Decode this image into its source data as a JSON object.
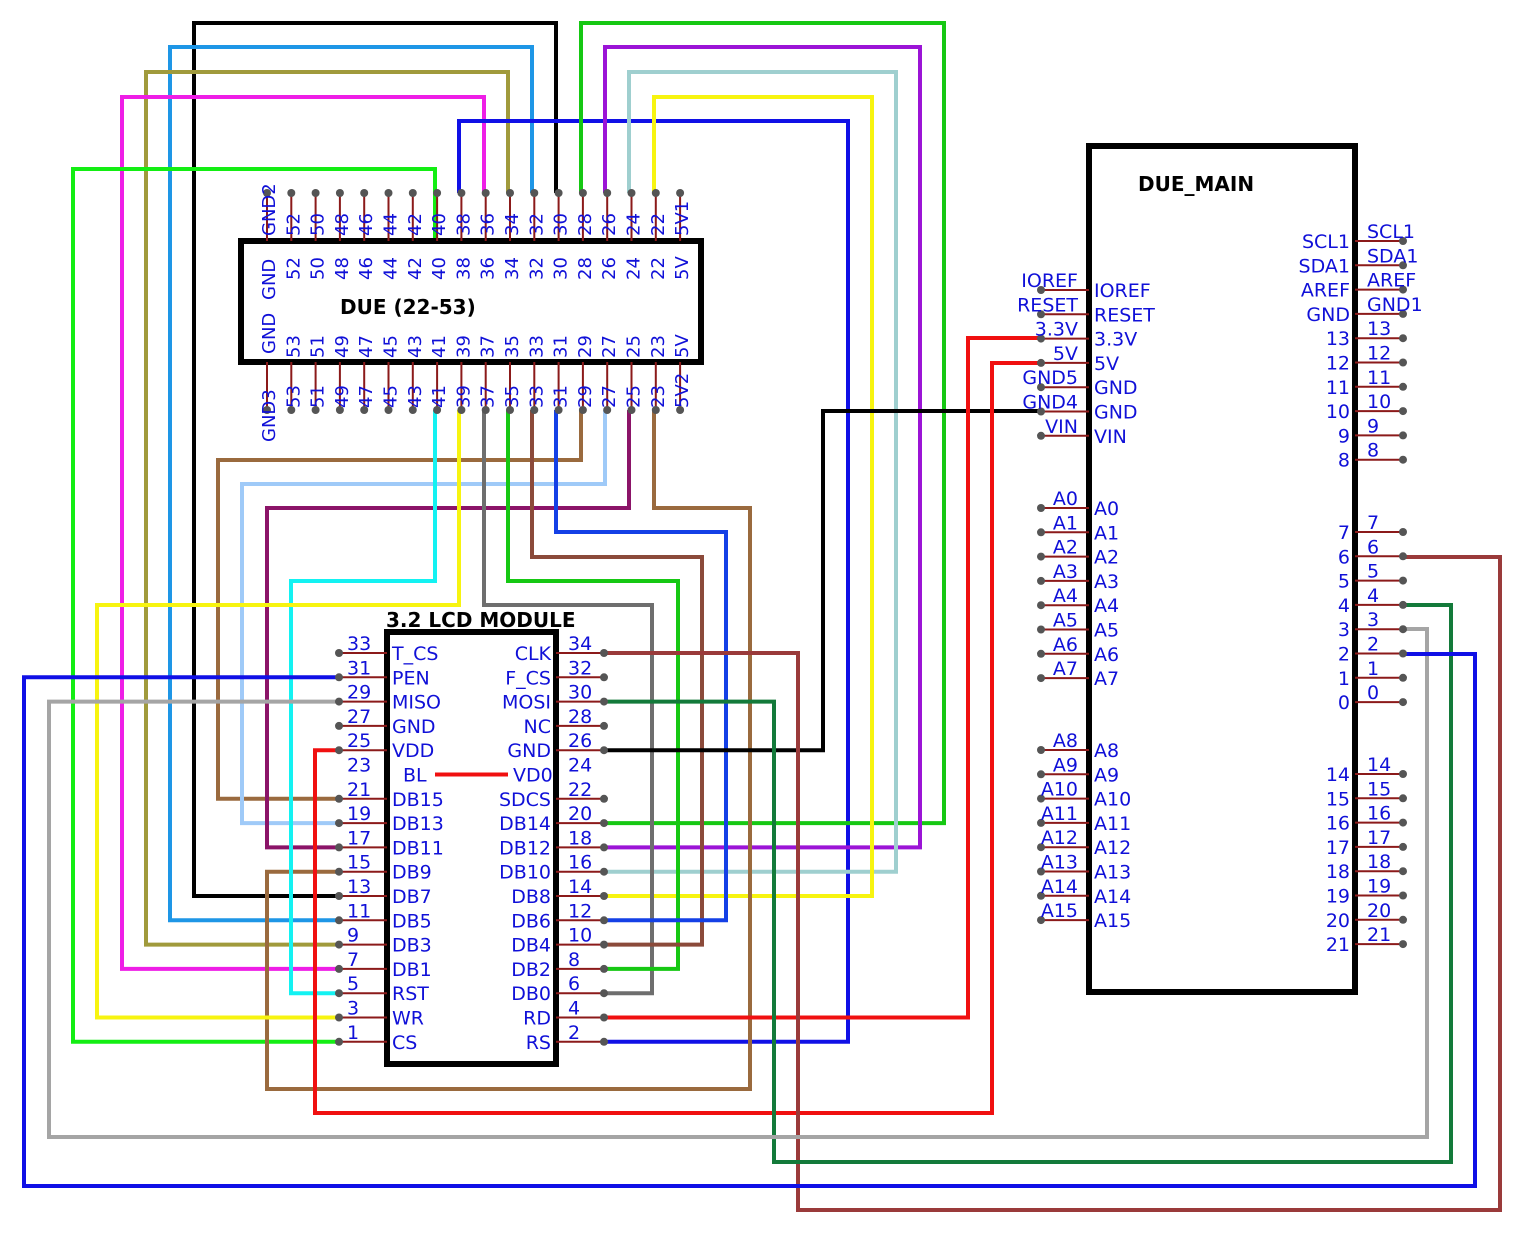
{
  "colors": {
    "label": "#1010d8",
    "pin": "#8b1a1a",
    "body": "#000000",
    "black": "#000000",
    "skyblue": "#1e96e6",
    "olive": "#a09a3c",
    "magenta": "#ee1ee6",
    "green": "#13ee13",
    "blue": "#1010e6",
    "darkgreen": "#16c813",
    "purple": "#9b14d6",
    "lightteal": "#9fcfcf",
    "yellow": "#f7f410",
    "brown": "#9a6a3e",
    "lightblue": "#9fcaf8",
    "plum": "#8b1468",
    "cyan": "#13f2f2",
    "gray": "#6e6e6e",
    "sienna": "#8b4a3a",
    "royal": "#1440e6",
    "red": "#f01010",
    "forest": "#137a3a",
    "lightgray": "#a5a5a5",
    "maroon": "#9a3a3a"
  },
  "due_header": {
    "title": "DUE (22-53)",
    "top_outer": [
      "GND2",
      "52",
      "50",
      "48",
      "46",
      "44",
      "42",
      "40",
      "38",
      "36",
      "34",
      "32",
      "30",
      "28",
      "26",
      "24",
      "22",
      "5V1"
    ],
    "top_inner": [
      "GND",
      "52",
      "50",
      "48",
      "46",
      "44",
      "42",
      "40",
      "38",
      "36",
      "34",
      "32",
      "30",
      "28",
      "26",
      "24",
      "22",
      "5V"
    ],
    "left_mid": "GND",
    "bottom_inner": [
      "GND",
      "53",
      "51",
      "49",
      "47",
      "45",
      "43",
      "41",
      "39",
      "37",
      "35",
      "33",
      "31",
      "29",
      "27",
      "25",
      "23",
      "5V"
    ],
    "bottom_outer": [
      "GND3",
      "53",
      "51",
      "49",
      "47",
      "45",
      "43",
      "41",
      "39",
      "37",
      "35",
      "33",
      "31",
      "29",
      "27",
      "25",
      "23",
      "5V2"
    ]
  },
  "lcd": {
    "title": "3.2 LCD MODULE",
    "left": [
      {
        "num": "33",
        "name": "T_CS"
      },
      {
        "num": "31",
        "name": "PEN"
      },
      {
        "num": "29",
        "name": "MISO"
      },
      {
        "num": "27",
        "name": "GND"
      },
      {
        "num": "25",
        "name": "VDD"
      },
      {
        "num": "23",
        "name": "BL"
      },
      {
        "num": "21",
        "name": "DB15"
      },
      {
        "num": "19",
        "name": "DB13"
      },
      {
        "num": "17",
        "name": "DB11"
      },
      {
        "num": "15",
        "name": "DB9"
      },
      {
        "num": "13",
        "name": "DB7"
      },
      {
        "num": "11",
        "name": "DB5"
      },
      {
        "num": "9",
        "name": "DB3"
      },
      {
        "num": "7",
        "name": "DB1"
      },
      {
        "num": "5",
        "name": "RST"
      },
      {
        "num": "3",
        "name": "WR"
      },
      {
        "num": "1",
        "name": "CS"
      }
    ],
    "right": [
      {
        "num": "34",
        "name": "CLK"
      },
      {
        "num": "32",
        "name": "F_CS"
      },
      {
        "num": "30",
        "name": "MOSI"
      },
      {
        "num": "28",
        "name": "NC"
      },
      {
        "num": "26",
        "name": "GND"
      },
      {
        "num": "24",
        "name": "VD0"
      },
      {
        "num": "22",
        "name": "SDCS"
      },
      {
        "num": "20",
        "name": "DB14"
      },
      {
        "num": "18",
        "name": "DB12"
      },
      {
        "num": "16",
        "name": "DB10"
      },
      {
        "num": "14",
        "name": "DB8"
      },
      {
        "num": "12",
        "name": "DB6"
      },
      {
        "num": "10",
        "name": "DB4"
      },
      {
        "num": "8",
        "name": "DB2"
      },
      {
        "num": "6",
        "name": "DB0"
      },
      {
        "num": "4",
        "name": "RD"
      },
      {
        "num": "2",
        "name": "RS"
      }
    ]
  },
  "due_main": {
    "title": "DUE_MAIN",
    "left_power": [
      {
        "outer": "IOREF",
        "inner": "IOREF"
      },
      {
        "outer": "RESET",
        "inner": "RESET"
      },
      {
        "outer": "3.3V",
        "inner": "3.3V"
      },
      {
        "outer": "5V",
        "inner": "5V"
      },
      {
        "outer": "GND5",
        "inner": "GND"
      },
      {
        "outer": "GND4",
        "inner": "GND"
      },
      {
        "outer": "VIN",
        "inner": "VIN"
      }
    ],
    "left_analog": [
      {
        "outer": "A0",
        "inner": "A0"
      },
      {
        "outer": "A1",
        "inner": "A1"
      },
      {
        "outer": "A2",
        "inner": "A2"
      },
      {
        "outer": "A3",
        "inner": "A3"
      },
      {
        "outer": "A4",
        "inner": "A4"
      },
      {
        "outer": "A5",
        "inner": "A5"
      },
      {
        "outer": "A6",
        "inner": "A6"
      },
      {
        "outer": "A7",
        "inner": "A7"
      }
    ],
    "left_analog2": [
      {
        "outer": "A8",
        "inner": "A8"
      },
      {
        "outer": "A9",
        "inner": "A9"
      },
      {
        "outer": "A10",
        "inner": "A10"
      },
      {
        "outer": "A11",
        "inner": "A11"
      },
      {
        "outer": "A12",
        "inner": "A12"
      },
      {
        "outer": "A13",
        "inner": "A13"
      },
      {
        "outer": "A14",
        "inner": "A14"
      },
      {
        "outer": "A15",
        "inner": "A15"
      }
    ],
    "right_top": [
      {
        "inner": "SCL1",
        "outer": "SCL1"
      },
      {
        "inner": "SDA1",
        "outer": "SDA1"
      },
      {
        "inner": "AREF",
        "outer": "AREF"
      },
      {
        "inner": "GND",
        "outer": "GND1"
      },
      {
        "inner": "13",
        "outer": "13"
      },
      {
        "inner": "12",
        "outer": "12"
      },
      {
        "inner": "11",
        "outer": "11"
      },
      {
        "inner": "10",
        "outer": "10"
      },
      {
        "inner": "9",
        "outer": "9"
      },
      {
        "inner": "8",
        "outer": "8"
      }
    ],
    "right_mid": [
      {
        "inner": "7",
        "outer": "7"
      },
      {
        "inner": "6",
        "outer": "6"
      },
      {
        "inner": "5",
        "outer": "5"
      },
      {
        "inner": "4",
        "outer": "4"
      },
      {
        "inner": "3",
        "outer": "3"
      },
      {
        "inner": "2",
        "outer": "2"
      },
      {
        "inner": "1",
        "outer": "1"
      },
      {
        "inner": "0",
        "outer": "0"
      }
    ],
    "right_bottom": [
      {
        "inner": "14",
        "outer": "14"
      },
      {
        "inner": "15",
        "outer": "15"
      },
      {
        "inner": "16",
        "outer": "16"
      },
      {
        "inner": "17",
        "outer": "17"
      },
      {
        "inner": "18",
        "outer": "18"
      },
      {
        "inner": "19",
        "outer": "19"
      },
      {
        "inner": "20",
        "outer": "20"
      },
      {
        "inner": "21",
        "outer": "21"
      }
    ]
  },
  "wires": [
    {
      "name": "wire-black-30-db7",
      "color": "black",
      "from": "DUE 30",
      "to": "LCD DB7"
    },
    {
      "name": "wire-skyblue-32-db5",
      "color": "skyblue",
      "from": "DUE 32",
      "to": "LCD DB5"
    },
    {
      "name": "wire-olive-34-db3",
      "color": "olive",
      "from": "DUE 34",
      "to": "LCD DB3"
    },
    {
      "name": "wire-magenta-36-db1",
      "color": "magenta",
      "from": "DUE 36",
      "to": "LCD DB1"
    },
    {
      "name": "wire-green-40-cs",
      "color": "green",
      "from": "DUE 40",
      "to": "LCD CS"
    },
    {
      "name": "wire-blue-38-rs",
      "color": "blue",
      "from": "DUE 38",
      "to": "LCD RS"
    },
    {
      "name": "wire-darkgreen-28-db14",
      "color": "darkgreen",
      "from": "DUE 28",
      "to": "LCD DB14"
    },
    {
      "name": "wire-purple-26-db12",
      "color": "purple",
      "from": "DUE 26",
      "to": "LCD DB12"
    },
    {
      "name": "wire-lightteal-24-db10",
      "color": "lightteal",
      "from": "DUE 24",
      "to": "LCD DB10"
    },
    {
      "name": "wire-yellow-22-db8",
      "color": "yellow",
      "from": "DUE 22",
      "to": "LCD DB8"
    },
    {
      "name": "wire-brown-29-db15",
      "color": "brown",
      "from": "DUE 29",
      "to": "LCD DB15"
    },
    {
      "name": "wire-lightblue-27-db13",
      "color": "lightblue",
      "from": "DUE 27",
      "to": "LCD DB13"
    },
    {
      "name": "wire-plum-25-db11",
      "color": "plum",
      "from": "DUE 25",
      "to": "LCD DB11"
    },
    {
      "name": "wire-brown-23-db9",
      "color": "brown",
      "from": "DUE 23",
      "to": "LCD DB9"
    },
    {
      "name": "wire-cyan-41-rst",
      "color": "cyan",
      "from": "DUE 41",
      "to": "LCD RST"
    },
    {
      "name": "wire-yellow-39-wr",
      "color": "yellow",
      "from": "DUE 39",
      "to": "LCD WR"
    },
    {
      "name": "wire-gray-37-db0",
      "color": "gray",
      "from": "DUE 37",
      "to": "LCD DB0"
    },
    {
      "name": "wire-green-35-db2",
      "color": "green",
      "from": "DUE 35",
      "to": "LCD DB2"
    },
    {
      "name": "wire-sienna-33-db4",
      "color": "sienna",
      "from": "DUE 33",
      "to": "LCD DB4"
    },
    {
      "name": "wire-royal-31-db6",
      "color": "royal",
      "from": "DUE 31",
      "to": "LCD DB6"
    },
    {
      "name": "wire-red-bl-vd0",
      "color": "red",
      "from": "LCD BL",
      "to": "LCD VD0"
    },
    {
      "name": "wire-black-gnd",
      "color": "black",
      "from": "LCD GND",
      "to": "MAIN GND4"
    },
    {
      "name": "wire-red-33v-rd",
      "color": "red",
      "from": "MAIN 3.3V",
      "to": "LCD RD"
    },
    {
      "name": "wire-red-5v-vdd",
      "color": "red",
      "from": "MAIN 5V",
      "to": "LCD VDD"
    },
    {
      "name": "wire-maroon-6-clk",
      "color": "maroon",
      "from": "MAIN 6",
      "to": "LCD CLK"
    },
    {
      "name": "wire-forest-4-mosi",
      "color": "forest",
      "from": "MAIN 4",
      "to": "LCD MOSI"
    },
    {
      "name": "wire-lightgray-3-miso",
      "color": "lightgray",
      "from": "MAIN 3",
      "to": "LCD MISO"
    },
    {
      "name": "wire-blue-2-pen",
      "color": "blue",
      "from": "MAIN 2",
      "to": "LCD PEN"
    }
  ]
}
